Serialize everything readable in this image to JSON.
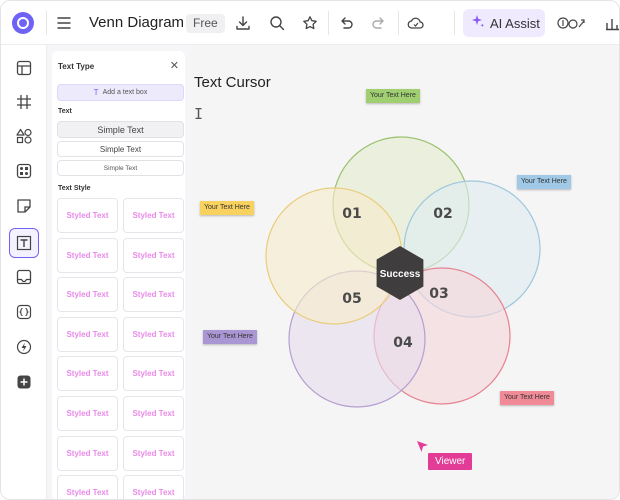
{
  "app": {
    "doc_title": "Venn Diagram",
    "plan_badge": "Free",
    "ai_assist_label": "AI Assist",
    "logo_icon": "app-logo-icon",
    "accent_color": "#6f63f6"
  },
  "toolbar": {
    "icons": [
      "hamburger-icon",
      "download-icon",
      "search-icon",
      "star-icon",
      "undo-icon",
      "redo-icon",
      "cloud-icon",
      "sparkle-icon",
      "credits-icon",
      "chart-icon"
    ]
  },
  "rail": {
    "icons": [
      "layout-icon",
      "grid-icon",
      "shapes-icon",
      "components-icon",
      "sticky-note-icon",
      "text-icon",
      "image-icon",
      "code-braces-icon",
      "lightning-icon",
      "plus-icon"
    ],
    "active": "text-icon"
  },
  "panel": {
    "title": "Text Type",
    "add_box_label": "Add a text box",
    "text_section": "Text",
    "text_options": [
      "Simple Text",
      "Simple Text",
      "Simple Text"
    ],
    "style_section": "Text Style",
    "style_cells": [
      "Styled Text",
      "Styled Text",
      "Styled Text",
      "Styled Text",
      "Styled Text",
      "Styled Text",
      "Styled Text",
      "Styled Text",
      "Styled Text",
      "Styled Text",
      "Styled Text",
      "Styled Text",
      "Styled Text",
      "Styled Text",
      "Styled Text",
      "Styled Text"
    ]
  },
  "canvas": {
    "cursor_label": "Text Cursor",
    "viewer_label": "Viewer",
    "center_label": "Success",
    "circles": [
      {
        "label": "01",
        "fill": "#e3eecf",
        "stroke": "#9bc170"
      },
      {
        "label": "02",
        "fill": "#dfebf1",
        "stroke": "#9fc7dc"
      },
      {
        "label": "03",
        "fill": "#f6d7dc",
        "stroke": "#e5838f"
      },
      {
        "label": "04",
        "fill": "#e7dded",
        "stroke": "#b49fcf"
      },
      {
        "label": "05",
        "fill": "#f7eccb",
        "stroke": "#e9cd7c"
      }
    ],
    "notes": [
      {
        "text": "Your Text Here",
        "color": "#9fcf71"
      },
      {
        "text": "Your Text Here",
        "color": "#9fc9e6"
      },
      {
        "text": "Your Text Here",
        "color": "#f9d15f"
      },
      {
        "text": "Your Text Here",
        "color": "#ab96d4"
      },
      {
        "text": "Your Text Here",
        "color": "#ef8a96"
      }
    ]
  }
}
